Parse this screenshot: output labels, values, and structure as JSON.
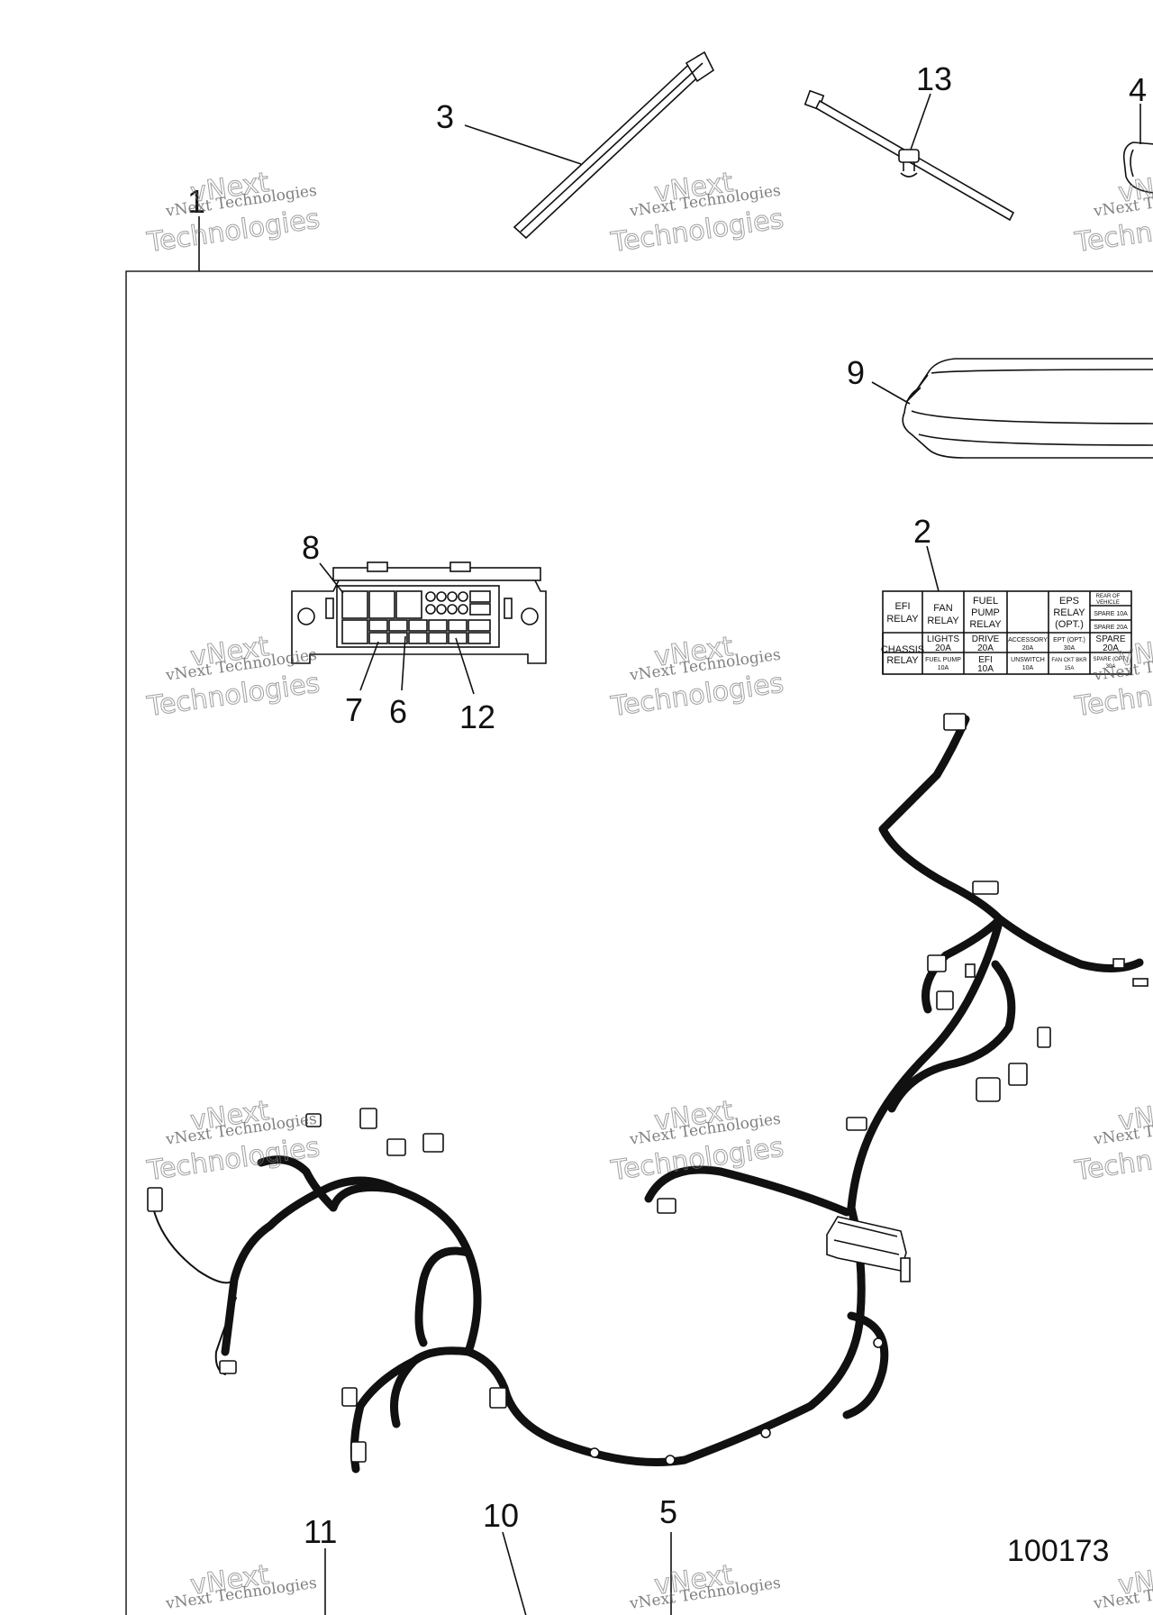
{
  "figure_number": "100173",
  "callouts": {
    "c1": "1",
    "c2": "2",
    "c3": "3",
    "c4": "4",
    "c5": "5",
    "c6": "6",
    "c7": "7",
    "c8": "8",
    "c9": "9",
    "c10": "10",
    "c11": "11",
    "c12": "12",
    "c13": "13"
  },
  "watermark": {
    "line1": "vNext Technologies",
    "line2": "Technologies",
    "line3": "vNext"
  },
  "fuse_label": {
    "efi_relay": [
      "EFI",
      "RELAY"
    ],
    "fan_relay": [
      "FAN",
      "RELAY"
    ],
    "fuel_pump_relay": [
      "FUEL",
      "PUMP",
      "RELAY"
    ],
    "eps_relay": [
      "EPS",
      "RELAY",
      "(OPT.)"
    ],
    "rear_of_vehicle": [
      "REAR OF",
      "VEHICLE"
    ],
    "spare_10a": "SPARE 10A",
    "spare_20a_small": "SPARE 20A",
    "chassis_relay": [
      "CHASSIS",
      "RELAY"
    ],
    "lights": [
      "LIGHTS",
      "20A"
    ],
    "drive": [
      "DRIVE",
      "20A"
    ],
    "accessory": [
      "ACCESSORY",
      "20A"
    ],
    "ept": [
      "EPT (OPT.)",
      "30A"
    ],
    "spare_20a": [
      "SPARE",
      "20A"
    ],
    "fuel_pump": [
      "FUEL PUMP",
      "10A"
    ],
    "efi": [
      "EFI",
      "10A"
    ],
    "unswitch": [
      "UNSWITCH",
      "10A"
    ],
    "fan_ckt_bkr": [
      "FAN CKT BKR",
      "15A"
    ],
    "spare_opt": [
      "SPARE (OPT.)",
      "30A"
    ]
  }
}
